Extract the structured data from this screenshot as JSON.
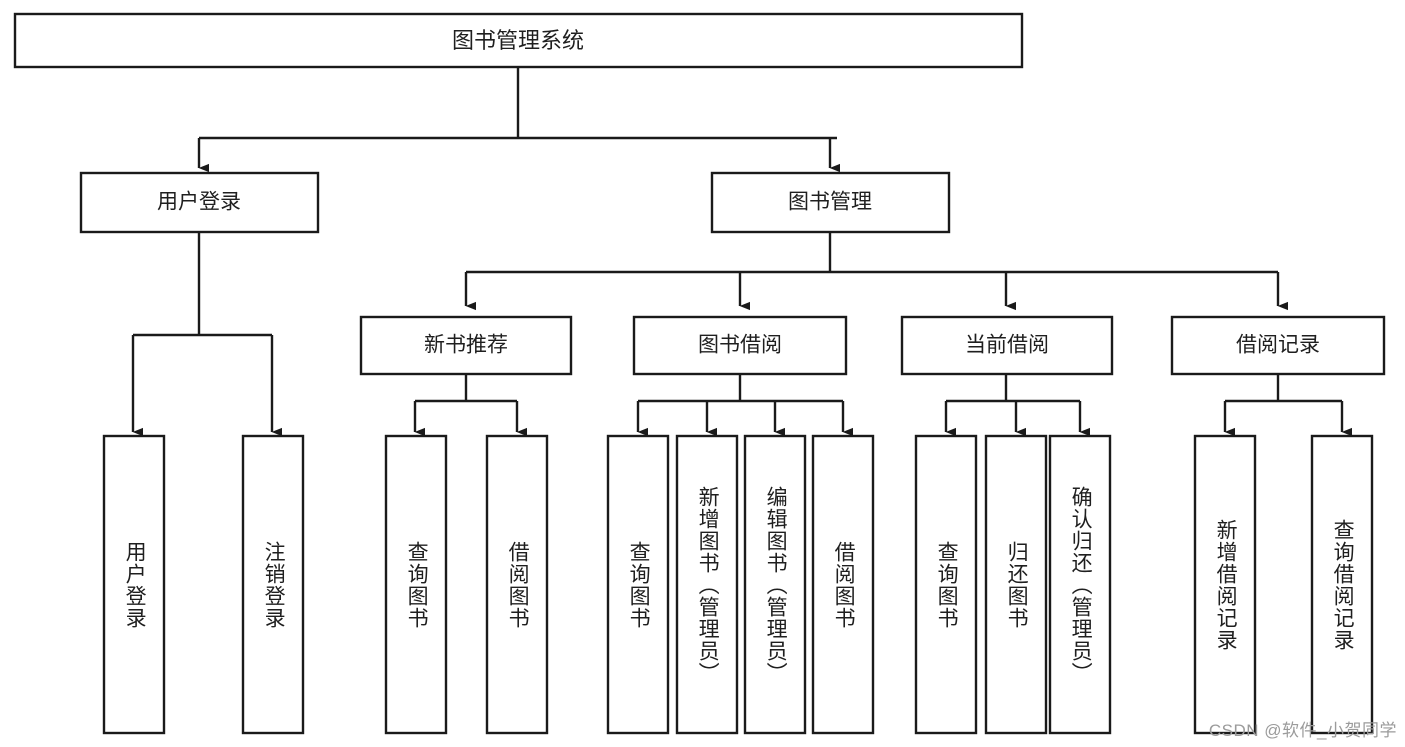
{
  "diagram": {
    "type": "tree-hierarchy",
    "title": "图书管理系统",
    "root": {
      "id": "root",
      "label": "图书管理系统",
      "orientation": "horizontal"
    },
    "level2": [
      {
        "id": "user-login",
        "label": "用户登录",
        "orientation": "horizontal"
      },
      {
        "id": "book-management",
        "label": "图书管理",
        "orientation": "horizontal"
      }
    ],
    "level3": [
      {
        "id": "new-book-recommend",
        "label": "新书推荐",
        "orientation": "horizontal",
        "parent": "book-management"
      },
      {
        "id": "book-borrow",
        "label": "图书借阅",
        "orientation": "horizontal",
        "parent": "book-management"
      },
      {
        "id": "current-borrow",
        "label": "当前借阅",
        "orientation": "horizontal",
        "parent": "book-management"
      },
      {
        "id": "borrow-record",
        "label": "借阅记录",
        "orientation": "horizontal",
        "parent": "book-management"
      }
    ],
    "leaves": [
      {
        "id": "leaf-user-login",
        "label": "用户登录",
        "orientation": "vertical",
        "parent": "user-login"
      },
      {
        "id": "leaf-logout",
        "label": "注销登录",
        "orientation": "vertical",
        "parent": "user-login"
      },
      {
        "id": "leaf-query-book-1",
        "label": "查询图书",
        "orientation": "vertical",
        "parent": "new-book-recommend"
      },
      {
        "id": "leaf-borrow-book-1",
        "label": "借阅图书",
        "orientation": "vertical",
        "parent": "new-book-recommend"
      },
      {
        "id": "leaf-query-book-2",
        "label": "查询图书",
        "orientation": "vertical",
        "parent": "book-borrow"
      },
      {
        "id": "leaf-add-book",
        "label": "新增图书（管理员）",
        "orientation": "vertical",
        "parent": "book-borrow"
      },
      {
        "id": "leaf-edit-book",
        "label": "编辑图书（管理员）",
        "orientation": "vertical",
        "parent": "book-borrow"
      },
      {
        "id": "leaf-borrow-book-2",
        "label": "借阅图书",
        "orientation": "vertical",
        "parent": "book-borrow"
      },
      {
        "id": "leaf-query-book-3",
        "label": "查询图书",
        "orientation": "vertical",
        "parent": "current-borrow"
      },
      {
        "id": "leaf-return-book",
        "label": "归还图书",
        "orientation": "vertical",
        "parent": "current-borrow"
      },
      {
        "id": "leaf-confirm-return",
        "label": "确认归还（管理员）",
        "orientation": "vertical",
        "parent": "current-borrow"
      },
      {
        "id": "leaf-add-record",
        "label": "新增借阅记录",
        "orientation": "vertical",
        "parent": "borrow-record"
      },
      {
        "id": "leaf-query-record",
        "label": "查询借阅记录",
        "orientation": "vertical",
        "parent": "borrow-record"
      }
    ],
    "colors": {
      "stroke": "#1a1a1a",
      "fill": "#ffffff",
      "text": "#1f1f1f",
      "watermark": "#9b9b9b"
    }
  },
  "watermark": {
    "text": "CSDN @软件_小贺同学"
  }
}
